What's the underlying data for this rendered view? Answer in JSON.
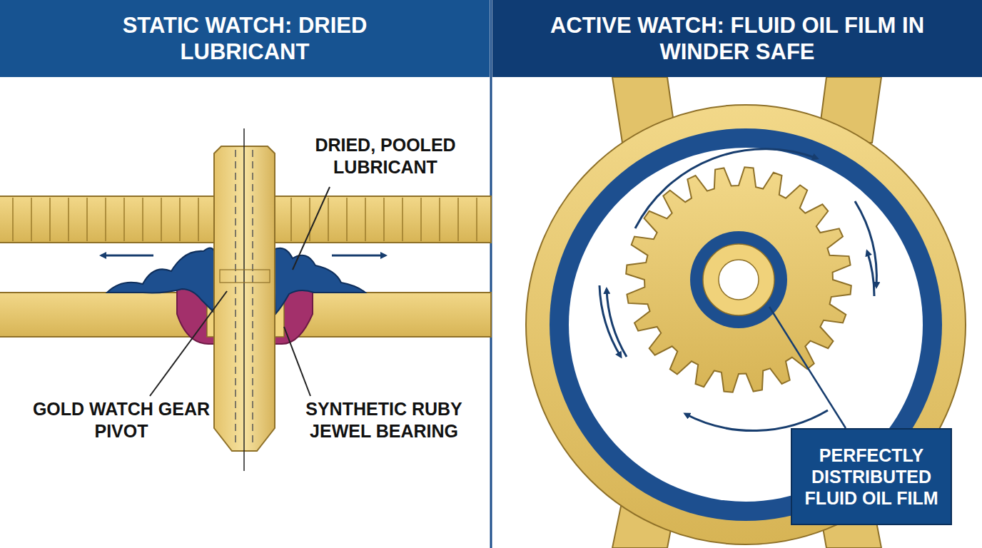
{
  "diagram": {
    "nodes": [
      {
        "text": [
          "STATIC WATCH: DRIED LUBRICANT"
        ]
      },
      {
        "text": [
          "ACTIVE WATCH: FLUID OIL FILM IN WINDER SAFE"
        ]
      },
      {
        "text": [
          "PERFECTLY DISTRIBUTED FLUID OIL FILM"
        ]
      }
    ],
    "labels": [
      "DRIED, POOLED LUBRICANT",
      "GOLD WATCH GEAR PIVOT",
      "SYNTHETIC RUBY JEWEL BEARING"
    ]
  }
}
